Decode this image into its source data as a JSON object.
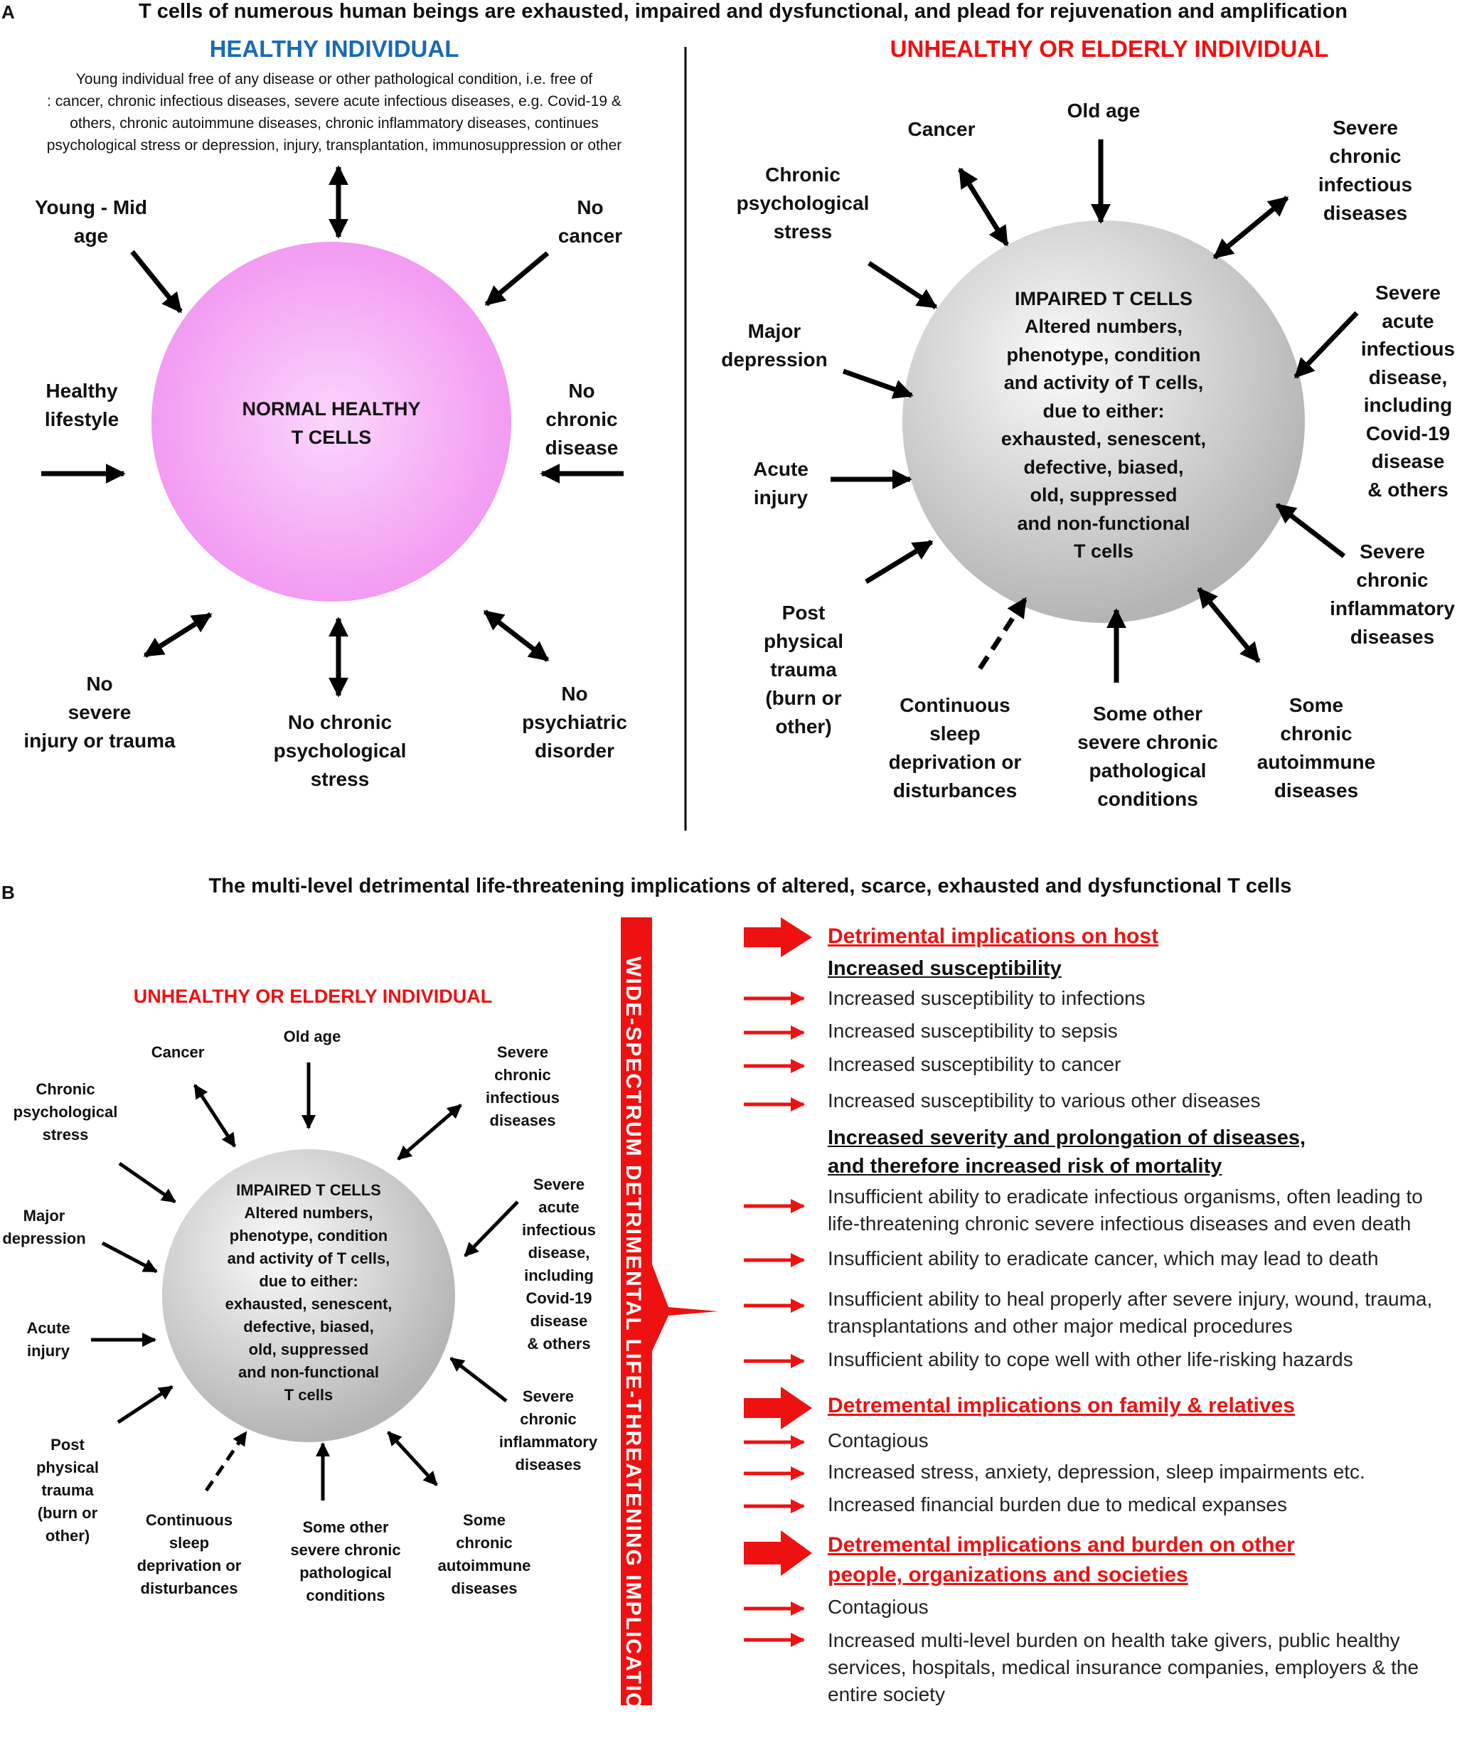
{
  "colors": {
    "healthy_title": "#1a6ab4",
    "unhealthy_title": "#ee1111",
    "healthy_circle": "#f2a6f2",
    "impaired_circle": "#d8d8d8",
    "accent_red": "#ee1111"
  },
  "panelA": {
    "letter": "A",
    "title": "T cells of numerous human beings are exhausted, impaired and dysfunctional,  and plead for rejuvenation and amplification",
    "healthy": {
      "heading": "HEALTHY INDIVIDUAL",
      "description": "Young individual free of any disease or other pathological condition, i.e. free of\n: cancer,  chronic infectious diseases, severe acute infectious diseases, e.g. Covid-19 &\nothers, chronic autoimmune diseases, chronic inflammatory diseases, continues\npsychological stress or depression, injury, transplantation, immunosuppression or other",
      "center": "NORMAL HEALTHY\nT CELLS",
      "labels": {
        "young": "Young - Mid\nage",
        "no_cancer": "No\ncancer",
        "lifestyle": "Healthy\nlifestyle",
        "no_chronic": "No\nchronic\ndisease",
        "no_injury": "No\nsevere\ninjury or trauma",
        "no_stress": "No chronic\npsychological\nstress",
        "no_psych": "No\npsychiatric\ndisorder"
      }
    },
    "unhealthy": {
      "heading": "UNHEALTHY OR ELDERLY INDIVIDUAL",
      "center": "IMPAIRED T CELLS\nAltered numbers,\nphenotype, condition\nand activity of T cells,\ndue to either:\nexhausted, senescent,\ndefective, biased,\nold, suppressed\nand non-functional\nT cells",
      "labels": {
        "cancer": "Cancer",
        "old_age": "Old age",
        "sev_chronic_inf": "Severe\nchronic\ninfectious\ndiseases",
        "psych_stress": "Chronic\npsychological\nstress",
        "sev_acute": "Severe\nacute\ninfectious\ndisease,\nincluding\nCovid-19\ndisease\n& others",
        "depression": "Major\ndepression",
        "acute_injury": "Acute\ninjury",
        "sev_inflam": "Severe\nchronic\ninflammatory\ndiseases",
        "post_trauma": "Post\nphysical\ntrauma\n(burn or\nother)",
        "sleep": "Continuous\nsleep\ndeprivation or\ndisturbances",
        "other_path": "Some other\nsevere chronic\npathological\nconditions",
        "autoimmune": "Some\nchronic\nautoimmune\ndiseases"
      }
    }
  },
  "panelB": {
    "letter": "B",
    "title": "The multi-level detrimental life-threatening implications of altered, scarce, exhausted and dysfunctional  T cells",
    "unhealthy": {
      "heading": "UNHEALTHY OR ELDERLY INDIVIDUAL",
      "center": "IMPAIRED T CELLS\nAltered numbers,\nphenotype, condition\nand activity of T cells,\ndue to either:\nexhausted, senescent,\ndefective, biased,\nold, suppressed\nand non-functional\nT cells",
      "labels": {
        "cancer": "Cancer",
        "old_age": "Old age",
        "sev_chronic_inf": "Severe\nchronic\ninfectious\ndiseases",
        "psych_stress": "Chronic\npsychological\nstress",
        "sev_acute": "Severe\nacute\ninfectious\ndisease,\nincluding\nCovid-19\ndisease\n& others",
        "depression": "Major\ndepression",
        "acute_injury": "Acute\ninjury",
        "sev_inflam": "Severe\nchronic\ninflammatory\ndiseases",
        "post_trauma": "Post\nphysical\ntrauma\n(burn or\nother)",
        "sleep": "Continuous\nsleep\ndeprivation or\ndisturbances",
        "other_path": "Some other\nsevere chronic\npathological\nconditions",
        "autoimmune": "Some\nchronic\nautoimmune\ndiseases"
      }
    },
    "band": "WIDE-SPECTRUM  DETRIMENTAL  LIFE-THREATENING  IMPLICATIONS",
    "host": {
      "heading": "Detrimental  implications  on host",
      "sub1": "Increased susceptibility",
      "sub1_items": [
        "Increased susceptibility to infections",
        "Increased susceptibility to sepsis",
        "Increased susceptibility to cancer",
        "Increased susceptibility to various other diseases"
      ],
      "sub2": "Increased severity and prolongation of diseases,\nand therefore increased risk of mortality",
      "sub2_items": [
        "Insufficient ability to eradicate infectious organisms, often leading to\nlife-threatening chronic severe infectious diseases and even death",
        "Insufficient ability to eradicate cancer, which may lead to death",
        "Insufficient ability to heal properly after severe injury, wound, trauma,\ntransplantations and other major medical procedures",
        "Insufficient ability to cope well with other life-risking hazards"
      ]
    },
    "family": {
      "heading": "Detremental implications  on family & relatives",
      "items": [
        "Contagious",
        "Increased stress, anxiety, depression, sleep impairments etc.",
        "Increased financial burden due to medical expanses"
      ]
    },
    "society": {
      "heading": "Detremental implications  and burden on other\n people, organizations  and societies",
      "items": [
        "Contagious",
        "Increased multi-level burden on health take givers, public healthy\nservices, hospitals,  medical insurance companies,  employers & the\nentire society"
      ]
    }
  }
}
